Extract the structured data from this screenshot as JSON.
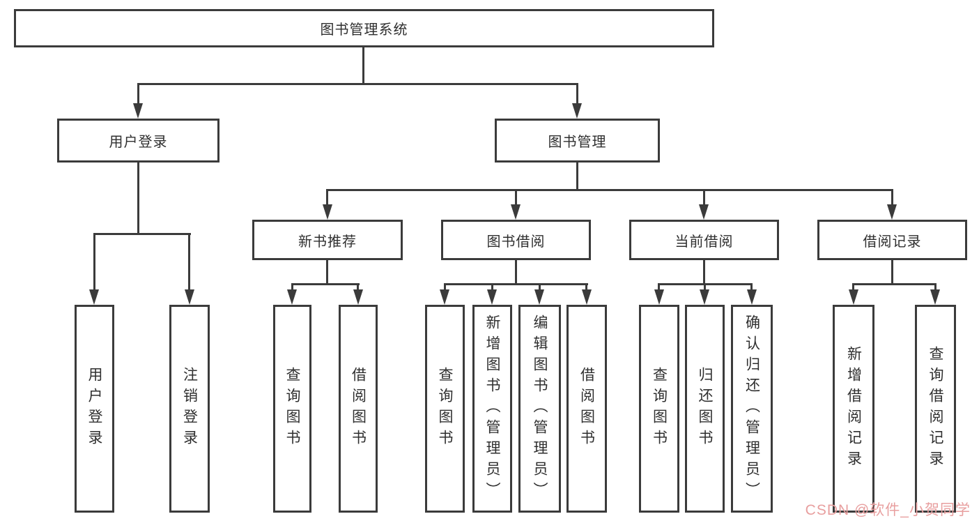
{
  "diagram": {
    "type": "tree",
    "line_color": "#3b3b3b",
    "text_color": "#2f2f2f",
    "root": {
      "label": "图书管理系统"
    },
    "level2": [
      {
        "label": "用户登录"
      },
      {
        "label": "图书管理"
      }
    ],
    "level3": [
      {
        "label": "新书推荐",
        "parent": "图书管理"
      },
      {
        "label": "图书借阅",
        "parent": "图书管理"
      },
      {
        "label": "当前借阅",
        "parent": "图书管理"
      },
      {
        "label": "借阅记录",
        "parent": "图书管理"
      }
    ],
    "leaves": [
      {
        "label": "用户登录",
        "parent": "用户登录"
      },
      {
        "label": "注销登录",
        "parent": "用户登录"
      },
      {
        "label": "查询图书",
        "parent": "新书推荐"
      },
      {
        "label": "借阅图书",
        "parent": "新书推荐"
      },
      {
        "label": "查询图书",
        "parent": "图书借阅"
      },
      {
        "label": "新增图书（管理员）",
        "parent": "图书借阅"
      },
      {
        "label": "编辑图书（管理员）",
        "parent": "图书借阅"
      },
      {
        "label": "借阅图书",
        "parent": "图书借阅"
      },
      {
        "label": "查询图书",
        "parent": "当前借阅"
      },
      {
        "label": "归还图书",
        "parent": "当前借阅"
      },
      {
        "label": "确认归还（管理员）",
        "parent": "当前借阅"
      },
      {
        "label": "新增借阅记录",
        "parent": "借阅记录"
      },
      {
        "label": "查询借阅记录",
        "parent": "借阅记录"
      }
    ]
  },
  "watermark": {
    "text": "CSDN @软件_小贺同学",
    "color": "#e89f9f"
  }
}
